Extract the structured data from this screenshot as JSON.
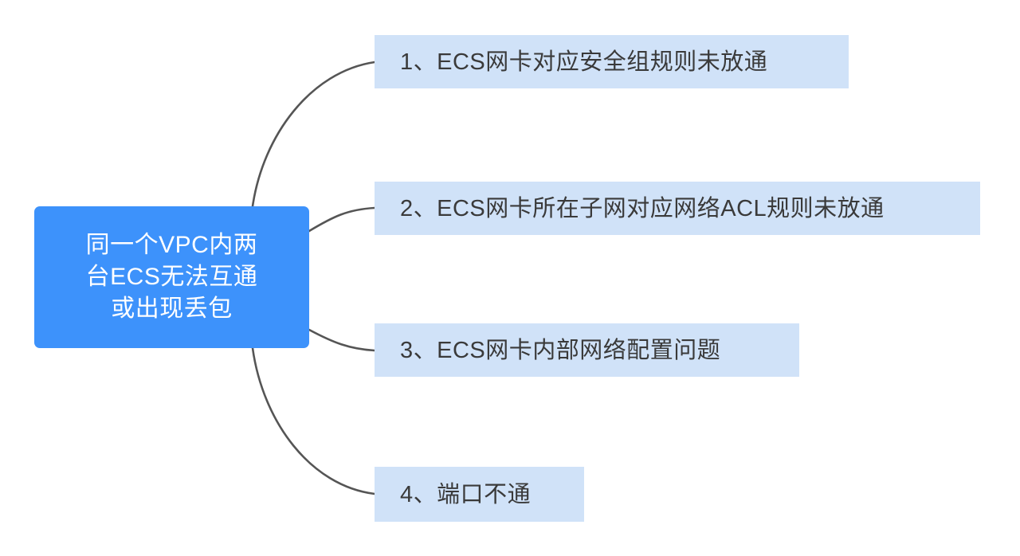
{
  "diagram": {
    "type": "mind-map",
    "background_color": "#ffffff",
    "connector_color": "#555555",
    "root": {
      "id": "root",
      "text": "同一个VPC内两\n台ECS无法互通\n或出现丢包",
      "text_plain": "同一个VPC内两台ECS无法互通或出现丢包",
      "fill_color": "#3d92fb",
      "text_color": "#ffffff"
    },
    "branches": [
      {
        "id": "branch-1",
        "index": "1",
        "text": "1、ECS网卡对应安全组规则未放通",
        "fill_color": "#d0e2f8",
        "text_color": "#3a3a3a"
      },
      {
        "id": "branch-2",
        "index": "2",
        "text": "2、ECS网卡所在子网对应网络ACL规则未放通",
        "fill_color": "#d0e2f8",
        "text_color": "#3a3a3a"
      },
      {
        "id": "branch-3",
        "index": "3",
        "text": "3、ECS网卡内部网络配置问题",
        "fill_color": "#d0e2f8",
        "text_color": "#3a3a3a"
      },
      {
        "id": "branch-4",
        "index": "4",
        "text": "4、端口不通",
        "fill_color": "#d0e2f8",
        "text_color": "#3a3a3a"
      }
    ]
  }
}
